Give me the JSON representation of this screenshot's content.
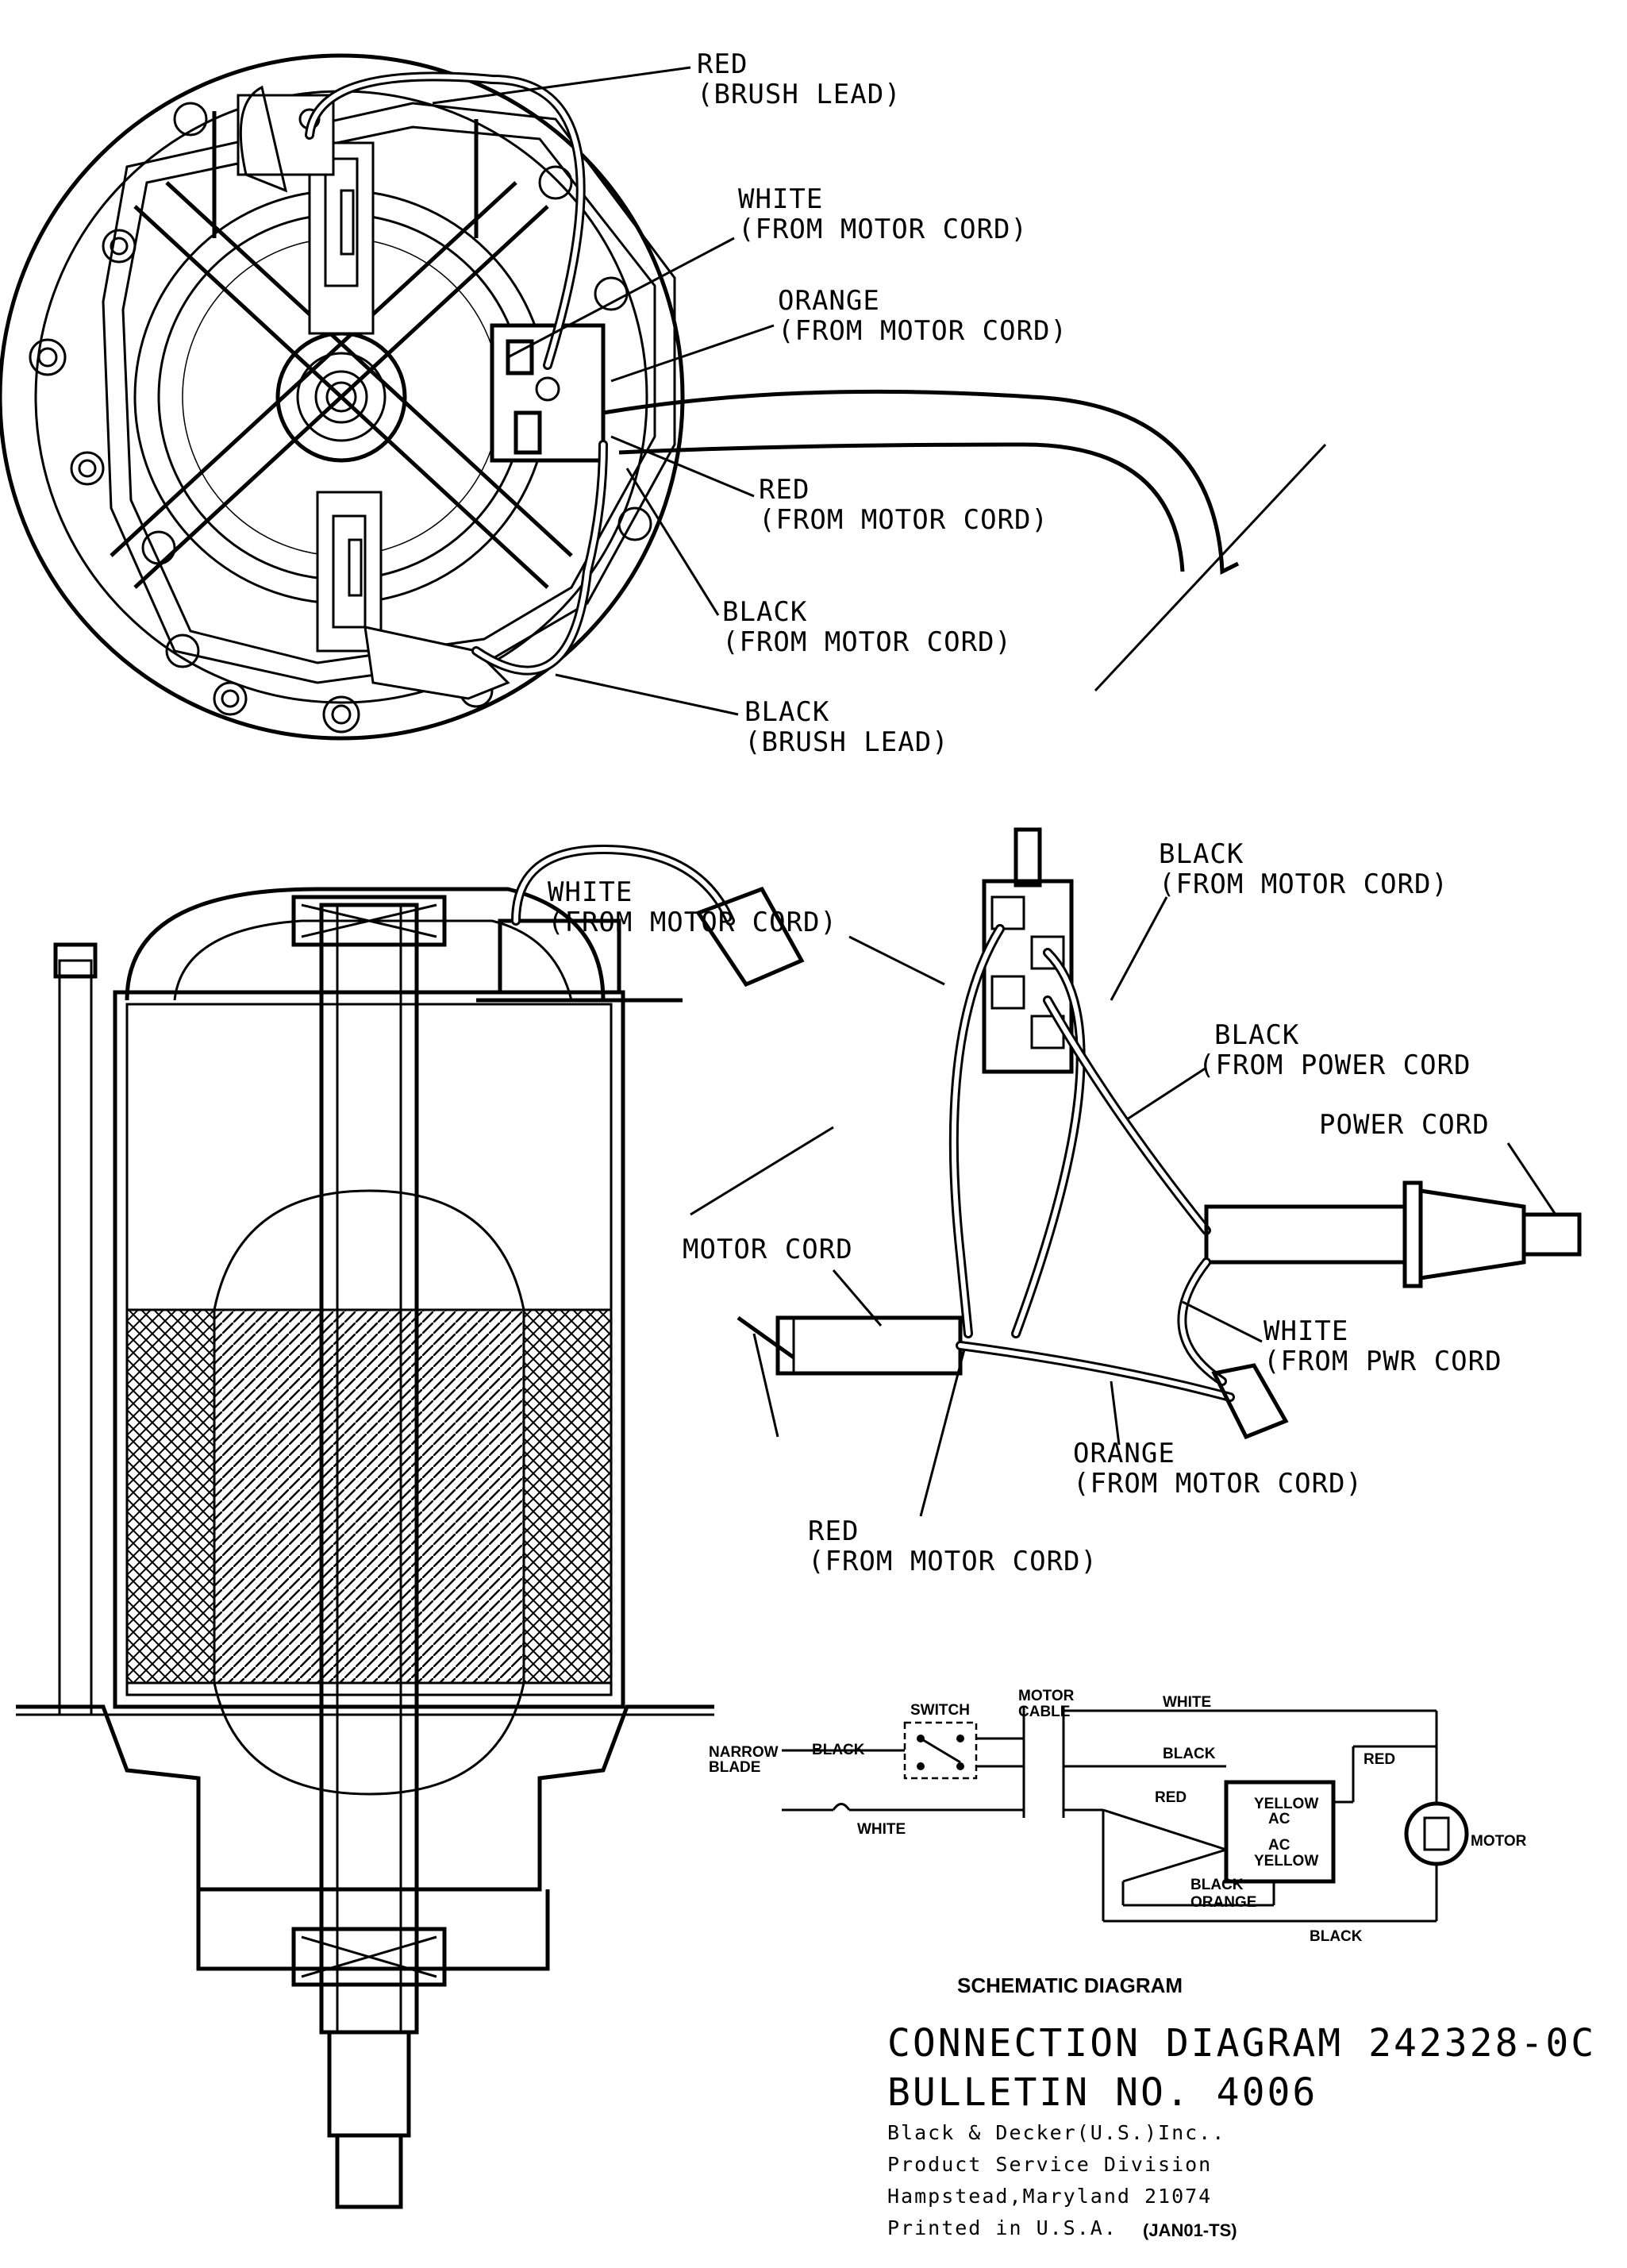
{
  "top_view_labels": {
    "red_brush": [
      "RED",
      "(BRUSH LEAD)"
    ],
    "white_motor": [
      "WHITE",
      "(FROM MOTOR CORD)"
    ],
    "orange_motor": [
      "ORANGE",
      "(FROM MOTOR CORD)"
    ],
    "red_motor": [
      "RED",
      "(FROM MOTOR CORD)"
    ],
    "black_motor": [
      "BLACK",
      "(FROM MOTOR CORD)"
    ],
    "black_brush": [
      "BLACK",
      "(BRUSH LEAD)"
    ]
  },
  "switch_view_labels": {
    "white_motor": [
      "WHITE",
      "(FROM MOTOR CORD)"
    ],
    "black_motor": [
      "BLACK",
      "(FROM MOTOR CORD)"
    ],
    "black_power": [
      "BLACK",
      "(FROM POWER CORD"
    ],
    "power_cord": "POWER CORD",
    "motor_cord": "MOTOR CORD",
    "white_pwr": [
      "WHITE",
      "(FROM PWR CORD"
    ],
    "orange_motor": [
      "ORANGE",
      "(FROM MOTOR CORD)"
    ],
    "red_motor": [
      "RED",
      "(FROM MOTOR CORD)"
    ]
  },
  "schematic": {
    "title": "SCHEMATIC DIAGRAM",
    "switch": "SWITCH",
    "motor_cable": [
      "MOTOR",
      "CABLE"
    ],
    "narrow_blade": [
      "NARROW",
      "BLADE"
    ],
    "black_1": "BLACK",
    "black_2": "BLACK",
    "black_3": "BLACK",
    "black_4": "BLACK",
    "white_1": "WHITE",
    "white_2": "WHITE",
    "red_1": "RED",
    "red_2": "RED",
    "orange": "ORANGE",
    "yellow_1": "YELLOW",
    "ac_1": "AC",
    "ac_2": "AC",
    "yellow_2": "YELLOW",
    "motor": "MOTOR"
  },
  "footer": {
    "title": "CONNECTION DIAGRAM 242328-0C",
    "bulletin": "BULLETIN NO. 4006",
    "company": "Black & Decker(U.S.)Inc..",
    "division": "Product Service Division",
    "address": "Hampstead,Maryland 21074",
    "printed": "Printed in U.S.A.",
    "code": "(JAN01-TS)"
  }
}
